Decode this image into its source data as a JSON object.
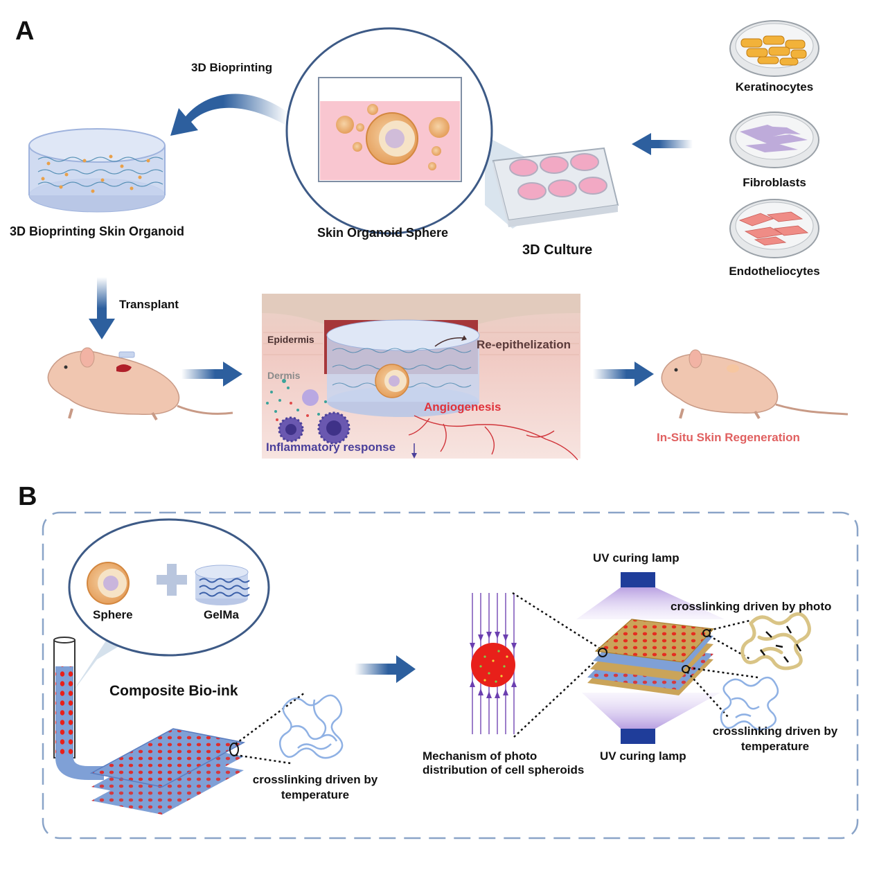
{
  "panel_a": {
    "letter": "A",
    "bioprinting_arrow_label": "3D Bioprinting",
    "organoid_label": "3D Bioprinting Skin Organoid",
    "sphere_label": "Skin Organoid Sphere",
    "culture_label": "3D Culture",
    "cells": [
      "Keratinocytes",
      "Fibroblasts",
      "Endotheliocytes"
    ],
    "transplant_label": "Transplant",
    "wound": {
      "epidermis": "Epidermis",
      "dermis": "Dermis",
      "reepithelization": "Re-epithelization",
      "angiogenesis": "Angiogenesis",
      "inflammatory": "Inflammatory response"
    },
    "regeneration_label": "In-Situ Skin Regeneration"
  },
  "panel_b": {
    "letter": "B",
    "sphere_label": "Sphere",
    "gelma_label": "GelMa",
    "bioink_label": "Composite Bio-ink",
    "crosslink_temp_left": [
      "crosslinking driven by",
      "temperature"
    ],
    "uv_lamp_top": "UV curing lamp",
    "uv_lamp_bottom": "UV curing lamp",
    "crosslink_photo": "crosslinking driven by photo",
    "crosslink_temp_right": [
      "crosslinking driven by",
      "temperature"
    ],
    "mechanism": [
      "Mechanism of photo",
      "distribution of cell spheroids"
    ]
  },
  "colors": {
    "arrow_blue": "#2d5f9e",
    "angiogenesis_red": "#e0323a",
    "inflammatory_purple": "#4a3f9a",
    "regeneration_red": "#e06060",
    "dashed_border": "#8aa4c8",
    "layer_blue": "#7fa0d6",
    "spot_red": "#e8201a",
    "gold_layer": "#caa45a",
    "uv_lamp": "#1f3d9a"
  },
  "icons": [
    "petri-dish-icon",
    "mouse-icon",
    "arrow-icon",
    "uv-lamp-icon",
    "nozzle-icon"
  ]
}
